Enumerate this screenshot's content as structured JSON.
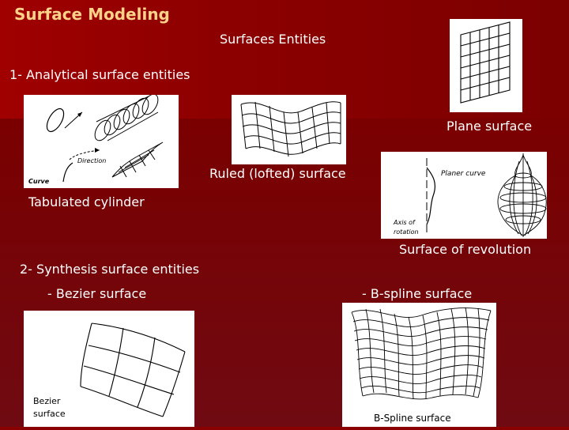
{
  "slide": {
    "title": "Surface Modeling",
    "subtitle": "Surfaces Entities",
    "section1": "1- Analytical surface entities",
    "section2": "2- Synthesis surface entities",
    "captions": {
      "plane": "Plane surface",
      "ruled": "Ruled (lofted) surface",
      "tabulated": "Tabulated cylinder",
      "revolution": "Surface of revolution",
      "bezier": "- Bezier surface",
      "bspline": "- B-spline surface"
    },
    "figure_labels": {
      "direction": "Direction",
      "curve": "Curve",
      "planer_curve": "Planer curve",
      "axis_of": "Axis of",
      "rotation": "rotation",
      "bezier_line1": "Bezier",
      "bezier_line2": "surface",
      "bspline": "B-Spline surface"
    },
    "colors": {
      "title": "#ffd28a",
      "background": "#7a0000",
      "text": "#ffffff"
    }
  }
}
